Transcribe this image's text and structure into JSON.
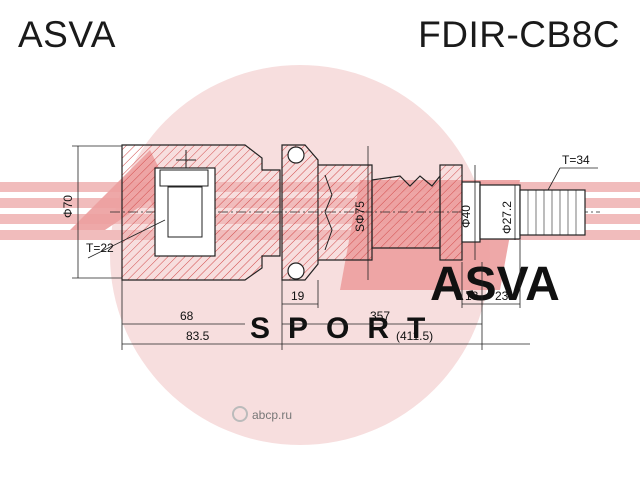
{
  "header": {
    "brand": "ASVA",
    "part_number": "FDIR-CB8C"
  },
  "dimensions": {
    "outer_diameter": "Φ70",
    "teeth_inner": "T=22",
    "teeth_outer": "T=34",
    "sphere_diameter": "SΦ75",
    "shaft_diameter": "Φ40",
    "spline_diameter": "Φ27.2",
    "len_68": "68",
    "len_83_5": "83.5",
    "len_19": "19",
    "len_357": "357",
    "len_411_5": "(411.5)",
    "len_13": "13",
    "len_23": "23"
  },
  "watermark": {
    "logo_word": "ASVA",
    "logo_sub": "SPORT",
    "site": "abcp.ru"
  },
  "colors": {
    "watermark_red": "#e8a6a6",
    "watermark_circle": "#f6dcdc",
    "line": "#222222",
    "hatch": "#d24a4a"
  }
}
